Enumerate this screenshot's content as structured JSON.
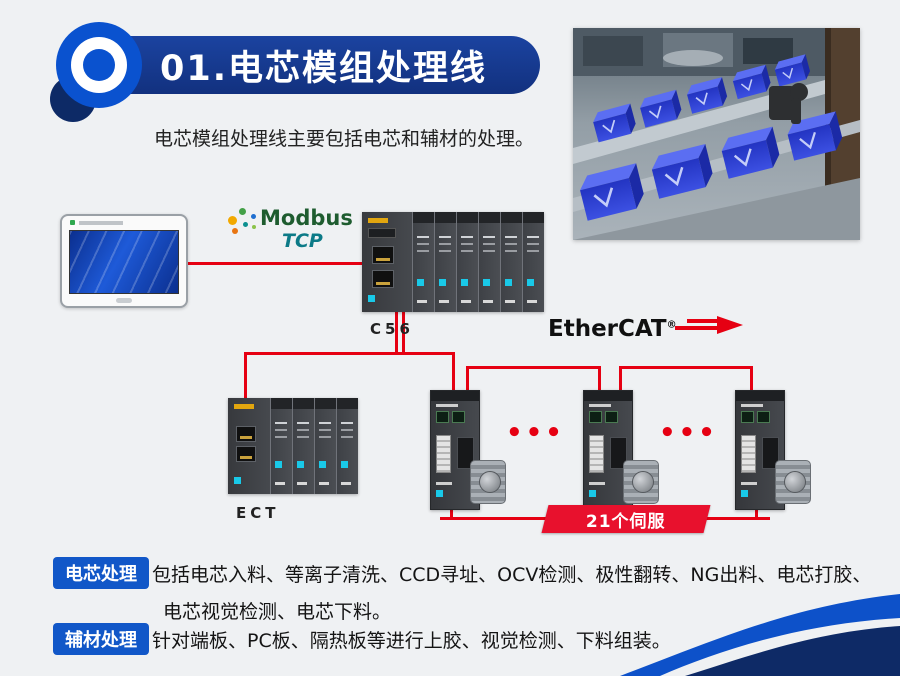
{
  "header": {
    "title": "01.电芯模组处理线"
  },
  "intro": {
    "text": "电芯模组处理线主要包括电芯和辅材的处理。"
  },
  "diagram": {
    "modbus": {
      "name": "Modbus",
      "protocol": "TCP"
    },
    "plc_label": "C56",
    "ect_label": "ECT",
    "ethercat": {
      "name": "EtherCAT",
      "registered": "®"
    },
    "ellipsis": "•••",
    "servo_banner": "21个伺服"
  },
  "sections": [
    {
      "badge": "电芯处理",
      "line1": "包括电芯入料、等离子清洗、CCD寻址、OCV检测、极性翻转、NG出料、电芯打胶、",
      "line2": "电芯视觉检测、电芯下料。"
    },
    {
      "badge": "辅材处理",
      "line1": "针对端板、PC板、隔热板等进行上胶、视觉检测、下料组装。"
    }
  ],
  "icons": {
    "modbus_logo": "starburst",
    "ethercat_logo": "red-arrow-right"
  },
  "colors": {
    "accent_red": "#e60012",
    "header_blue": "#16388f",
    "badge_blue": "#1157c8",
    "led_cyan": "#19c9e8",
    "banner_red": "#e8112d"
  }
}
